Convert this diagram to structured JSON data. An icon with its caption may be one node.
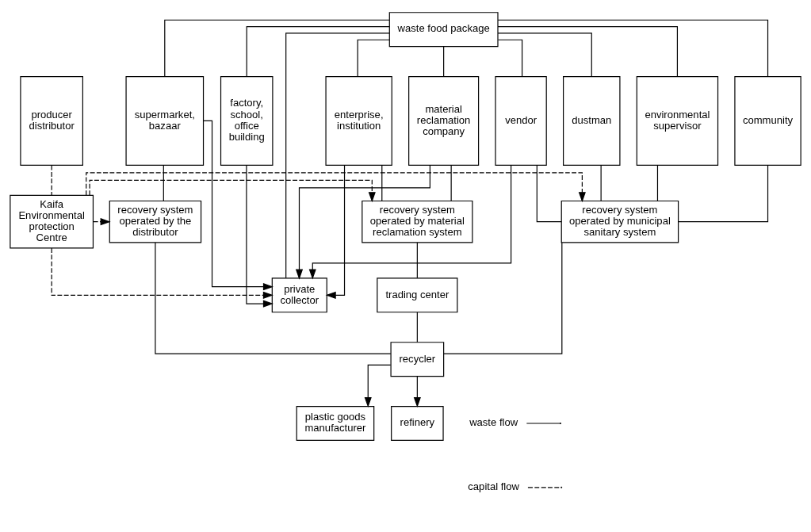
{
  "diagram": {
    "nodes": [
      {
        "text": [
          "waste food package"
        ]
      },
      {
        "text": [
          "environmental supervisor"
        ]
      },
      {
        "text": [
          "community"
        ]
      },
      {
        "text": [
          "dustman"
        ]
      },
      {
        "text": [
          "vendor"
        ]
      },
      {
        "text": [
          "supermarket, bazaar"
        ]
      },
      {
        "text": [
          "enterprise, institution"
        ]
      },
      {
        "text": [
          "material reclamation company"
        ]
      },
      {
        "text": [
          "factory, school, office building"
        ]
      },
      {
        "text": [
          "private collector"
        ]
      },
      {
        "text": [
          "producer distributor"
        ]
      },
      {
        "text": [
          "recovery system operated by municipal sanitary system"
        ]
      },
      {
        "text": [
          "recovery system operated by the distributor"
        ]
      },
      {
        "text": [
          "recovery system operated by material reclamation system"
        ]
      },
      {
        "text": [
          "Kaifa Environmental protection Centre"
        ]
      },
      {
        "text": [
          "trading center"
        ]
      },
      {
        "text": [
          "recycler"
        ]
      },
      {
        "text": [
          "plastic goods manufacturer"
        ]
      },
      {
        "text": [
          "refinery"
        ]
      }
    ],
    "edges": [
      {
        "from": 0,
        "to": 1,
        "arrow": "none"
      },
      {
        "from": 0,
        "to": 2,
        "arrow": "none"
      },
      {
        "from": 0,
        "to": 3,
        "arrow": "none"
      },
      {
        "from": 0,
        "to": 4,
        "arrow": "none"
      },
      {
        "from": 0,
        "to": 5,
        "arrow": "none"
      },
      {
        "from": 0,
        "to": 6,
        "arrow": "none"
      },
      {
        "from": 0,
        "to": 7,
        "arrow": "none"
      },
      {
        "from": 0,
        "to": 8,
        "arrow": "none"
      },
      {
        "from": 0,
        "to": 9,
        "arrow": "none"
      },
      {
        "from": 1,
        "to": 11,
        "arrow": "none"
      },
      {
        "from": 2,
        "to": 11,
        "arrow": "none"
      },
      {
        "from": 3,
        "to": 11,
        "arrow": "none"
      },
      {
        "from": 4,
        "to": 11,
        "arrow": "none"
      },
      {
        "from": 5,
        "to": 12,
        "arrow": "none"
      },
      {
        "from": 6,
        "to": 13,
        "arrow": "none"
      },
      {
        "from": 7,
        "to": 13,
        "arrow": "none"
      },
      {
        "from": 4,
        "to": 9,
        "arrow": "to"
      },
      {
        "from": 5,
        "to": 9,
        "arrow": "to"
      },
      {
        "from": 6,
        "to": 9,
        "arrow": "to"
      },
      {
        "from": 7,
        "to": 9,
        "arrow": "to"
      },
      {
        "from": 8,
        "to": 9,
        "arrow": "to"
      },
      {
        "from": 11,
        "to": 16,
        "arrow": "none"
      },
      {
        "from": 12,
        "to": 16,
        "arrow": "none"
      },
      {
        "from": 13,
        "to": 15,
        "arrow": "none"
      },
      {
        "from": 15,
        "to": 16,
        "arrow": "none"
      },
      {
        "from": 16,
        "to": 17,
        "arrow": "to"
      },
      {
        "from": 16,
        "to": 18,
        "arrow": "to"
      },
      {
        "from": 10,
        "to": 14,
        "arrow": "none",
        "style": "dashed"
      },
      {
        "from": 14,
        "to": 9,
        "arrow": "to",
        "style": "dashed"
      },
      {
        "from": 14,
        "to": 11,
        "arrow": "to",
        "style": "dashed"
      },
      {
        "from": 14,
        "to": 12,
        "arrow": "to",
        "style": "dashed"
      },
      {
        "from": 14,
        "to": 13,
        "arrow": "to",
        "style": "dashed"
      }
    ],
    "legend": [
      {
        "text": "waste flow"
      },
      {
        "text": "capital flow"
      }
    ]
  }
}
